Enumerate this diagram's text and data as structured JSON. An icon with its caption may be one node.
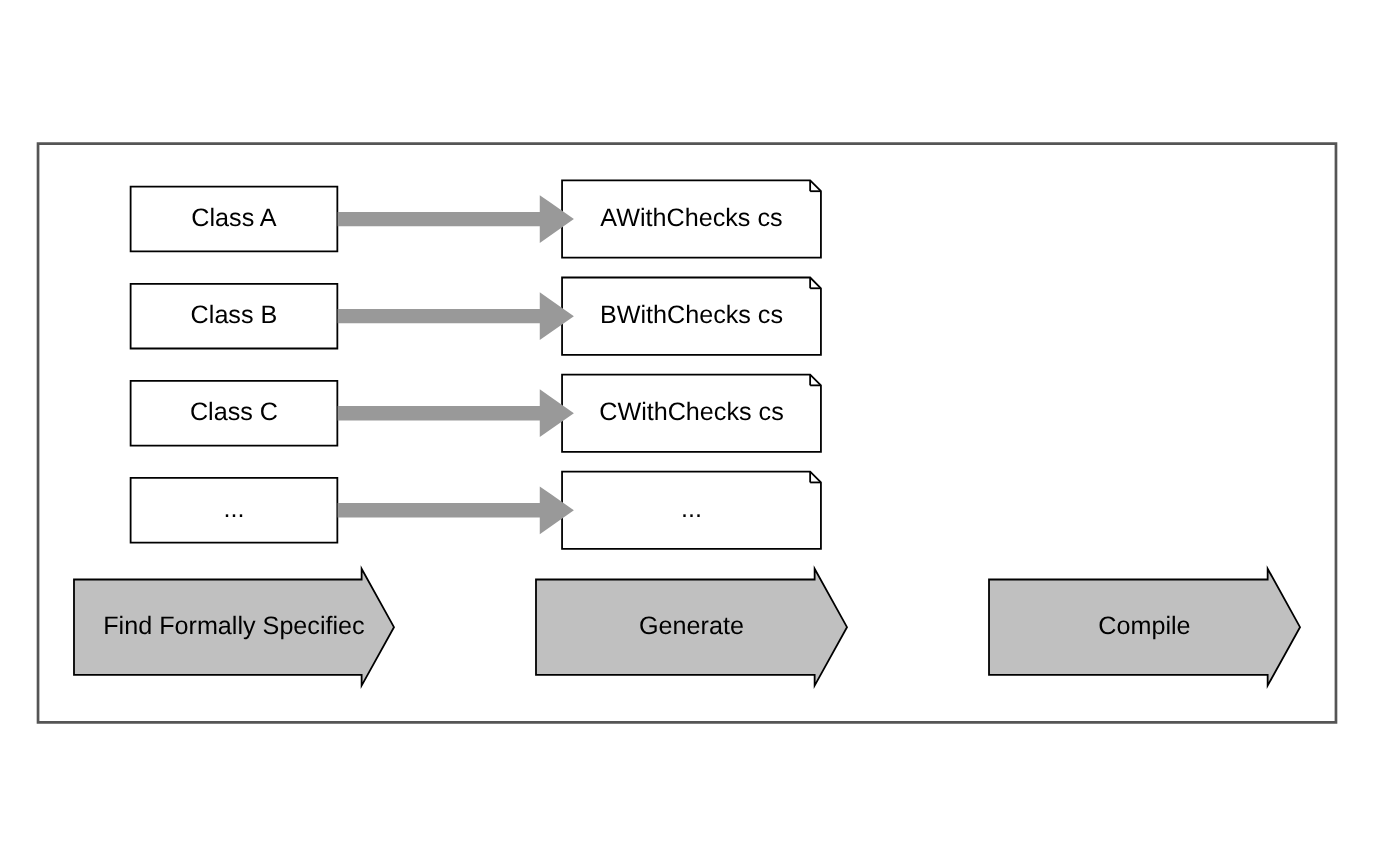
{
  "diagram": {
    "nodes": [
      {
        "text": [],
        "shape": "box"
      },
      {
        "text": [
          "Class A"
        ],
        "in": 0
      },
      {
        "text": [
          "Class B"
        ],
        "in": 0
      },
      {
        "text": [
          "Class C"
        ],
        "in": 0
      },
      {
        "text": [
          "..."
        ],
        "in": 0
      },
      {
        "text": [
          "AWithChecks cs"
        ],
        "in": 0
      },
      {
        "text": [
          "BWithChecks cs"
        ],
        "in": 0
      },
      {
        "text": [
          "CWithChecks cs"
        ],
        "in": 0
      },
      {
        "text": [
          "..."
        ],
        "in": 0
      },
      {
        "text": [
          "Find Formally Specifiec"
        ],
        "in": 0
      },
      {
        "text": [
          "Generate"
        ],
        "in": 0
      },
      {
        "text": [
          "Compile"
        ],
        "in": 0
      }
    ],
    "edges": [
      {
        "from": 1,
        "to": 5,
        "arrow": "to"
      },
      {
        "from": 2,
        "to": 6,
        "arrow": "to"
      },
      {
        "from": 3,
        "to": 7,
        "arrow": "to"
      },
      {
        "from": 4,
        "to": 8,
        "arrow": "to"
      }
    ]
  }
}
